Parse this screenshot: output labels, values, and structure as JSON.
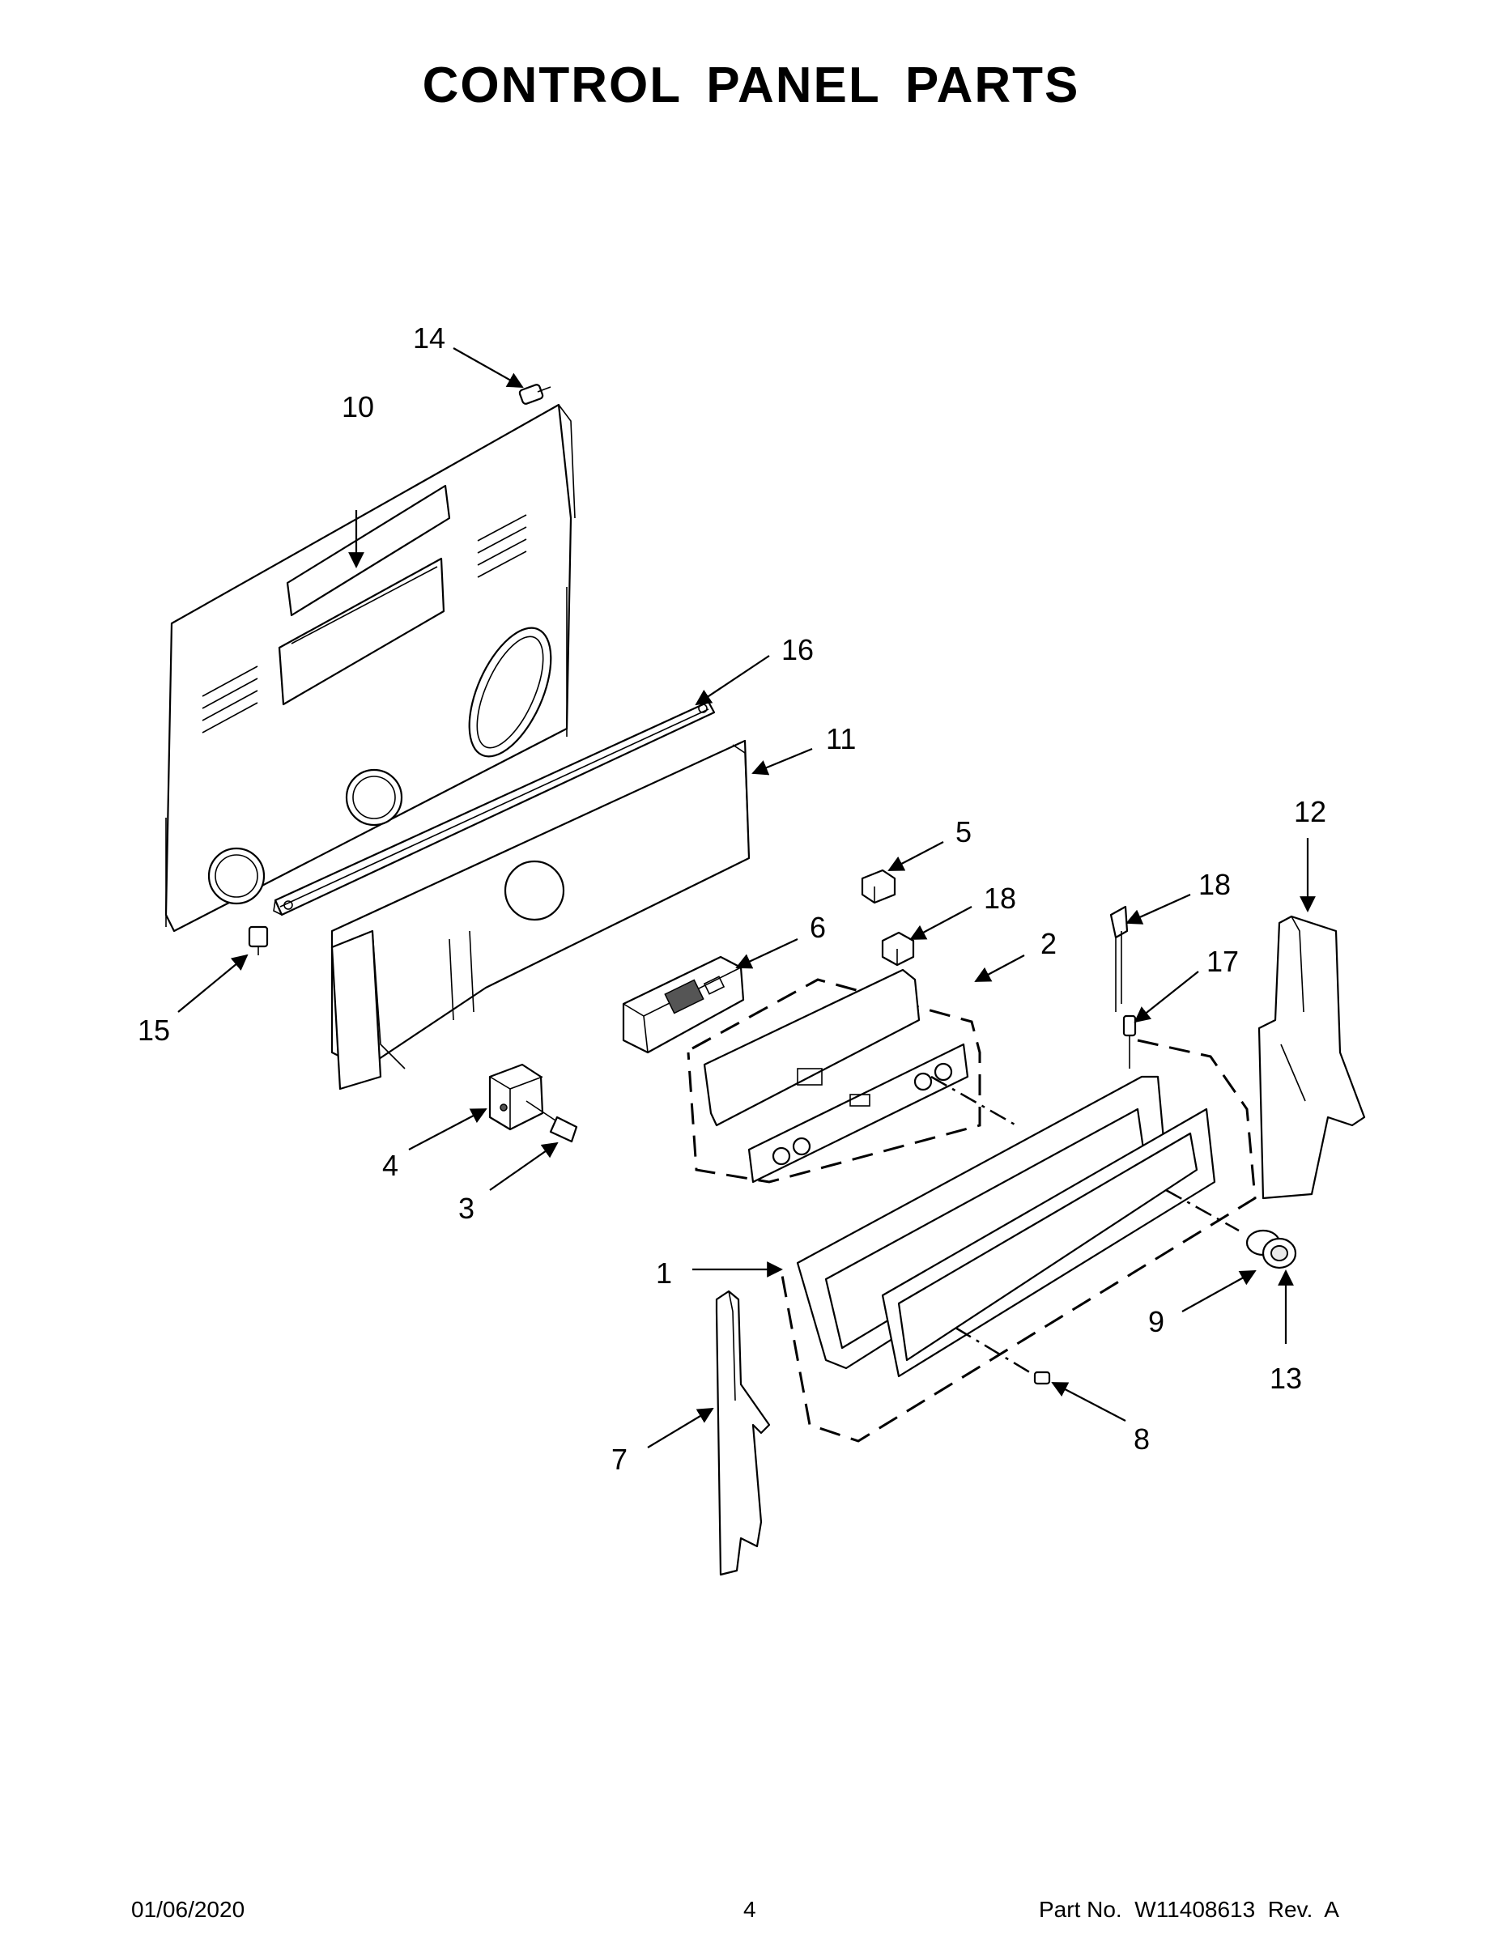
{
  "title": "CONTROL PANEL PARTS",
  "callouts": {
    "p1": "1",
    "p2": "2",
    "p3": "3",
    "p4": "4",
    "p5": "5",
    "p6": "6",
    "p7": "7",
    "p8": "8",
    "p9": "9",
    "p10": "10",
    "p11": "11",
    "p12": "12",
    "p13": "13",
    "p14": "14",
    "p15": "15",
    "p16": "16",
    "p17": "17",
    "p18a": "18",
    "p18b": "18"
  },
  "footer": {
    "date": "01/06/2020",
    "page": "4",
    "part_no": "Part No.  W11408613  Rev.  A"
  }
}
